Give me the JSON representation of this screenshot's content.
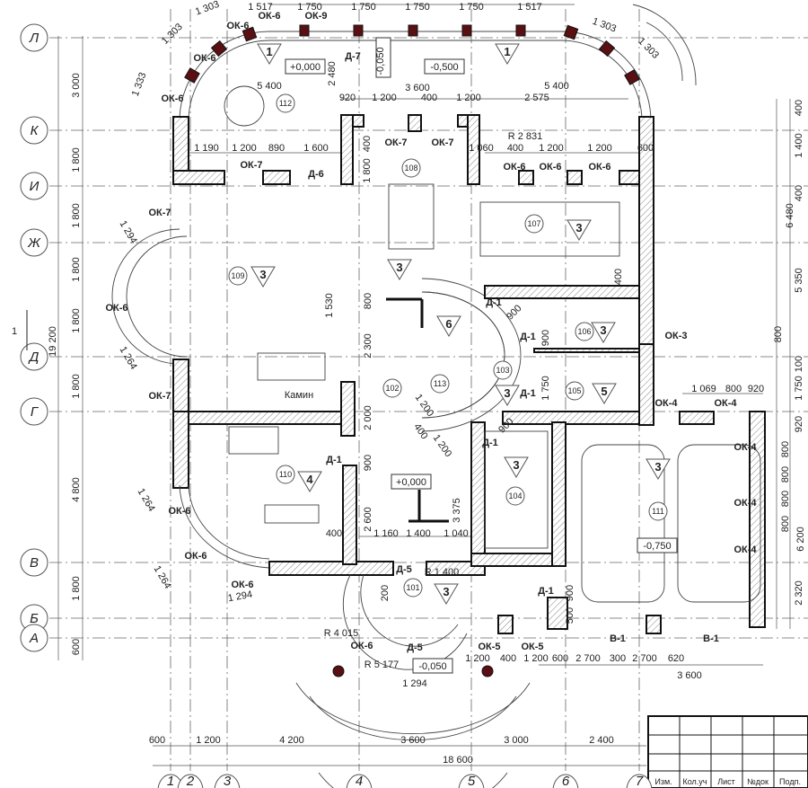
{
  "axes": {
    "rows": [
      "Л",
      "К",
      "И",
      "Ж",
      "Д",
      "Г",
      "В",
      "Б",
      "А"
    ],
    "cols": [
      "1",
      "2",
      "3",
      "4",
      "5",
      "6",
      "7"
    ],
    "section_mark": "1"
  },
  "dims": {
    "top": [
      "1 303",
      "1 303",
      "1 517",
      "1 750",
      "1 750",
      "1 750",
      "1 750",
      "1 517",
      "1 303",
      "1 303",
      "1 333"
    ],
    "left": [
      "3 000",
      "1 800",
      "1 800",
      "1 800",
      "1 800",
      "1 800",
      "4 800",
      "1 800",
      "600"
    ],
    "total_height": "19 200",
    "right": [
      "400",
      "1 400",
      "400",
      "6 480",
      "5 350",
      "800",
      "100",
      "1 750",
      "920",
      "800",
      "800",
      "800",
      "800",
      "6 200",
      "2 320"
    ],
    "bottom": [
      "600",
      "1 200",
      "4 200",
      "3 600",
      "3 000",
      "2 400"
    ],
    "total_width": "18 600",
    "interior": [
      "5 400",
      "5 400",
      "3 600",
      "2 480",
      "920",
      "1 200",
      "400",
      "1 200",
      "2 575",
      "1 190",
      "1 200",
      "890",
      "1 600",
      "400",
      "1 800",
      "1 060",
      "400",
      "1 200",
      "1 200",
      "600",
      "400",
      "1 530",
      "800",
      "2 300",
      "900",
      "1 750",
      "1 069",
      "800",
      "920",
      "2 000",
      "900",
      "1 200",
      "400",
      "1 200",
      "900",
      "2 600",
      "400",
      "1 160",
      "1 400",
      "1 040",
      "3 375",
      "200",
      "1 264",
      "1 264",
      "1 294",
      "1 264",
      "1 294",
      "1 200",
      "400",
      "1 200",
      "600",
      "2 700",
      "300",
      "2 700",
      "620",
      "3 600",
      "900",
      "500",
      "900",
      "1 294"
    ]
  },
  "rooms": [
    {
      "number": "112",
      "category": "1"
    },
    {
      "number": "108",
      "category": "1"
    },
    {
      "number": "107",
      "category": "3"
    },
    {
      "number": "109",
      "category": "3"
    },
    {
      "number": "113",
      "category": "6"
    },
    {
      "number": "102",
      "category": "3"
    },
    {
      "number": "103",
      "category": "3"
    },
    {
      "number": "106",
      "category": "3"
    },
    {
      "number": "105",
      "category": "5"
    },
    {
      "number": "104",
      "category": "3"
    },
    {
      "number": "111",
      "category": "3"
    },
    {
      "number": "110",
      "category": "4"
    },
    {
      "number": "101",
      "category": "3"
    }
  ],
  "elevations": [
    "+0,000",
    "-0,050",
    "-0,500",
    "+0,000",
    "-0,750",
    "-0,050"
  ],
  "radii": [
    "R 2 831",
    "R 1 400",
    "R 4 015",
    "R 5 177"
  ],
  "openings": [
    "ОК-6",
    "ОК-9",
    "ОК-6",
    "ОК-6",
    "ОК-6",
    "ОК-7",
    "Д-6",
    "ОК-7",
    "ОК-7",
    "ОК-6",
    "ОК-6",
    "ОК-6",
    "Д-7",
    "ОК-7",
    "ОК-6",
    "ОК-7",
    "ОК-6",
    "ОК-6",
    "ОК-6",
    "ОК-3",
    "ОК-4",
    "ОК-4",
    "ОК-4",
    "ОК-4",
    "ОК-4",
    "Д-1",
    "Д-1",
    "Д-1",
    "Д-1",
    "Д-1",
    "Д-1",
    "Д-5",
    "Д-5",
    "ОК-6",
    "ОК-5",
    "ОК-5",
    "В-1",
    "В-1"
  ],
  "labels": {
    "fireplace": "Камин"
  },
  "title_block": [
    "Изм.",
    "Кол.уч",
    "Лист",
    "№док",
    "Подп."
  ]
}
